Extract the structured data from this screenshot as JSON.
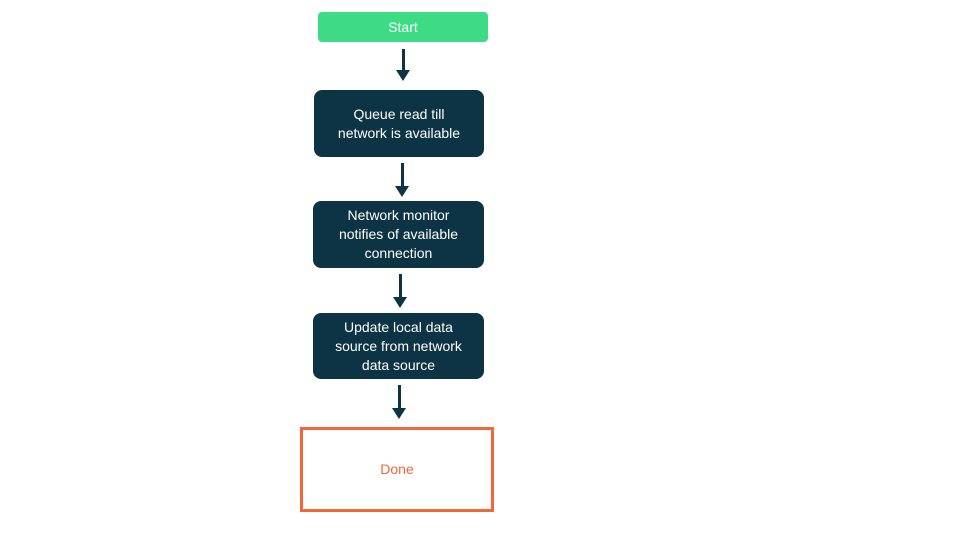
{
  "colors": {
    "canvas-bg": "#ffffff",
    "start-bg": "#3ddc84",
    "process-bg": "#0d3445",
    "node-text": "#ffffff",
    "accent-orange": "#f2673a",
    "arrow": "#0d3445"
  },
  "flowchart": {
    "nodes": [
      {
        "id": "start",
        "type": "start",
        "label": "Start"
      },
      {
        "id": "queue-read",
        "type": "process",
        "label": "Queue read till\nnetwork is available"
      },
      {
        "id": "network-monitor",
        "type": "process",
        "label": "Network monitor\nnotifies of available\nconnection"
      },
      {
        "id": "update-local-data",
        "type": "process",
        "label": "Update local data\nsource from network\ndata source"
      },
      {
        "id": "done",
        "type": "terminal",
        "label": "Done"
      }
    ]
  }
}
